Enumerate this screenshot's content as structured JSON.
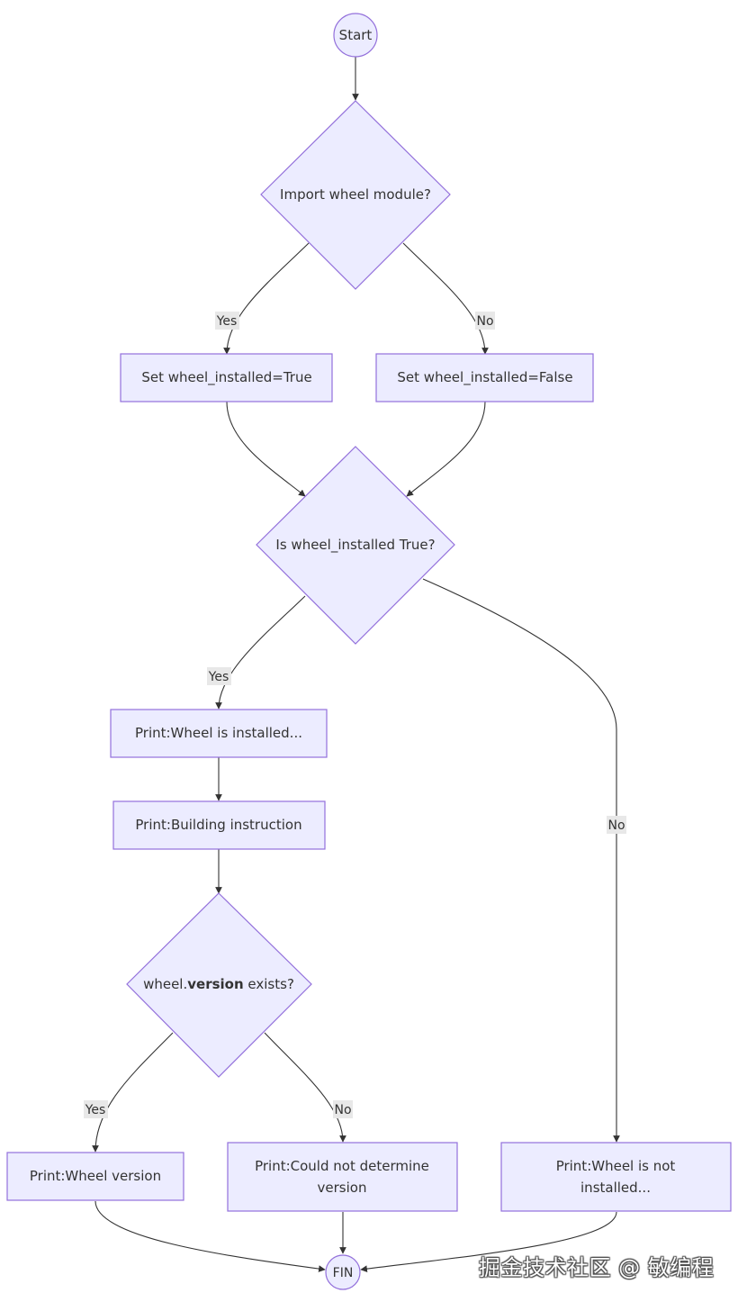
{
  "nodes": {
    "start": "Start",
    "import_wheel": "Import wheel module?",
    "set_true": "Set wheel_installed=True",
    "set_false": "Set wheel_installed=False",
    "is_installed": "Is wheel_installed True?",
    "print_installed": "Print:Wheel is installed...",
    "print_building": "Print:Building instruction",
    "version_exists_prefix": "wheel.",
    "version_exists_bold": "version",
    "version_exists_suffix": " exists?",
    "print_version": "Print:Wheel version",
    "print_could_not_line1": "Print:Could not determine",
    "print_could_not_line2": "version",
    "print_not_installed_line1": "Print:Wheel is not",
    "print_not_installed_line2": "installed...",
    "fin": "FIN"
  },
  "edge_labels": {
    "import_yes": "Yes",
    "import_no": "No",
    "installed_yes": "Yes",
    "installed_no": "No",
    "version_yes": "Yes",
    "version_no": "No"
  },
  "watermark": "掘金技术社区 @ 敏编程"
}
